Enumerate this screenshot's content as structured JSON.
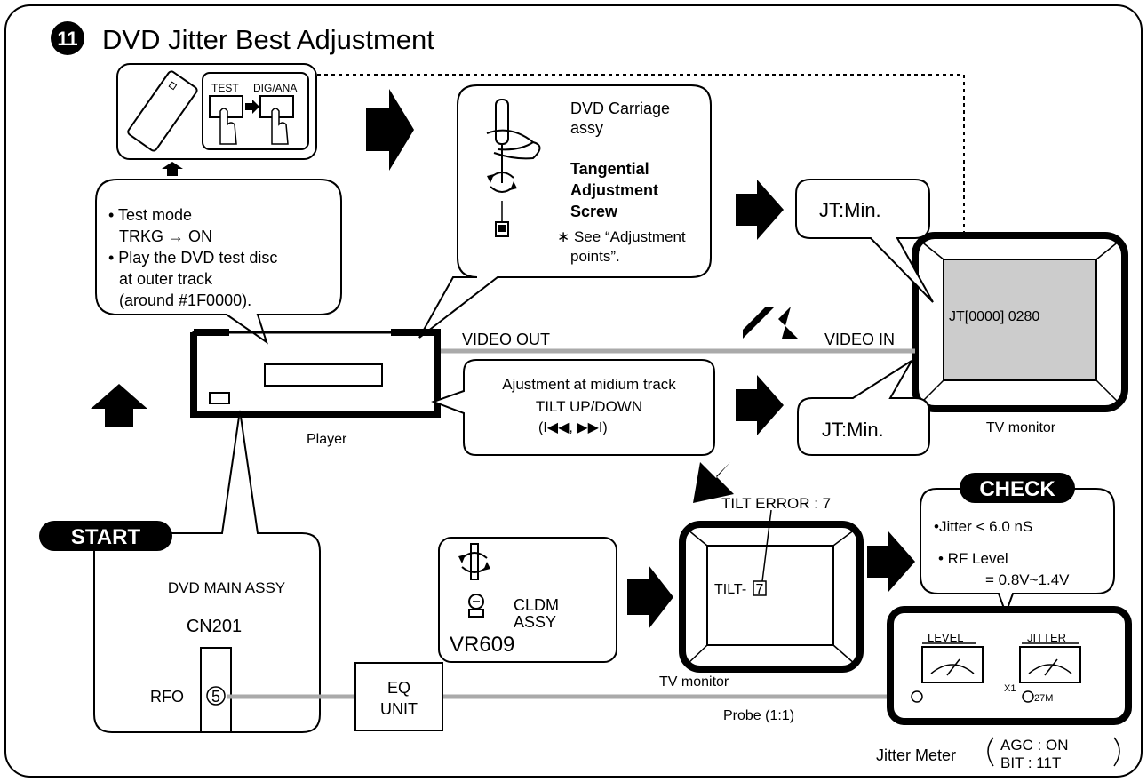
{
  "title": {
    "number": "11",
    "text": "DVD Jitter Best Adjustment"
  },
  "remote": {
    "test_label": "TEST",
    "dig_label": "DIG/ANA"
  },
  "test_mode_bubble": {
    "line1": "• Test mode",
    "line2": "TRKG  → ON",
    "line3": "• Play the DVD test disc",
    "line4": "at outer track",
    "line5": "(around #1F0000)."
  },
  "carriage_bubble": {
    "line1": "DVD Carriage",
    "line2": "assy",
    "bold1": "Tangential",
    "bold2": "Adjustment",
    "bold3": "Screw",
    "note1": "∗ See “Adjustment",
    "note2": "points”."
  },
  "tilt_bubble": {
    "line1": "Ajustment at midium track",
    "line2": "TILT UP/DOWN",
    "line3": "(I◀◀, ▶▶I)"
  },
  "player": {
    "label": "Player",
    "video_out": "VIDEO OUT"
  },
  "tv_top": {
    "video_in": "VIDEO IN",
    "readout": "JT[0000]  0280",
    "label": "TV monitor",
    "jt_top": "JT:Min.",
    "jt_bottom": "JT:Min."
  },
  "tv_bottom": {
    "tilt_error": "TILT ERROR : 7",
    "tilt_prefix": "TILT-",
    "tilt_value": "7",
    "label": "TV monitor"
  },
  "start": {
    "badge": "START",
    "main_assy": "DVD MAIN ASSY",
    "connector": "CN201",
    "pin_label": "RFO",
    "pin_number": "5"
  },
  "vr_box": {
    "cldm1": "CLDM",
    "cldm2": "ASSY",
    "vr": "VR609"
  },
  "eq": {
    "line1": "EQ",
    "line2": "UNIT"
  },
  "check": {
    "badge": "CHECK",
    "jitter": "•Jitter < 6.0 nS",
    "rf": "• RF Level",
    "rf_range": "= 0.8V~1.4V"
  },
  "meter": {
    "level": "LEVEL",
    "jitter": "JITTER",
    "x1": "X1",
    "m27": "27M",
    "probe": "Probe (1:1)",
    "label": "Jitter Meter",
    "agc": "AGC : ON",
    "bit": "BIT   : 11T"
  }
}
